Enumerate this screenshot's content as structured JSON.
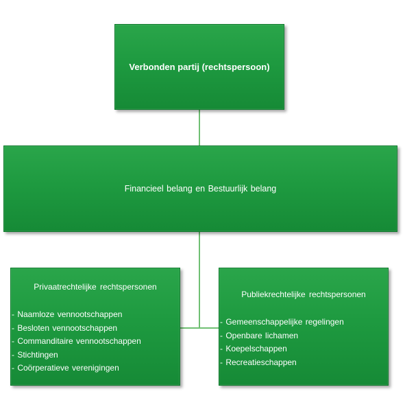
{
  "colors": {
    "box_fill": "#1e9a40",
    "box_border": "#0f7a2c",
    "connector": "#6fbf73",
    "text": "#ffffff"
  },
  "top": {
    "label": "Verbonden partij (rechtspersoon)"
  },
  "middle": {
    "label": "Financieel belang en Bestuurlijk belang"
  },
  "left": {
    "title": "Privaatrechtelijke rechtspersonen",
    "items": [
      "- Naamloze vennootschappen",
      "- Besloten vennootschappen",
      "- Commanditaire vennootschappen",
      "- Stichtingen",
      "- Coörperatieve verenigingen"
    ]
  },
  "right": {
    "title": "Publiekrechtelijke rechtspersonen",
    "items": [
      "- Gemeenschappelijke regelingen",
      "- Openbare lichamen",
      "- Koepelschappen",
      "- Recreatieschappen"
    ]
  }
}
